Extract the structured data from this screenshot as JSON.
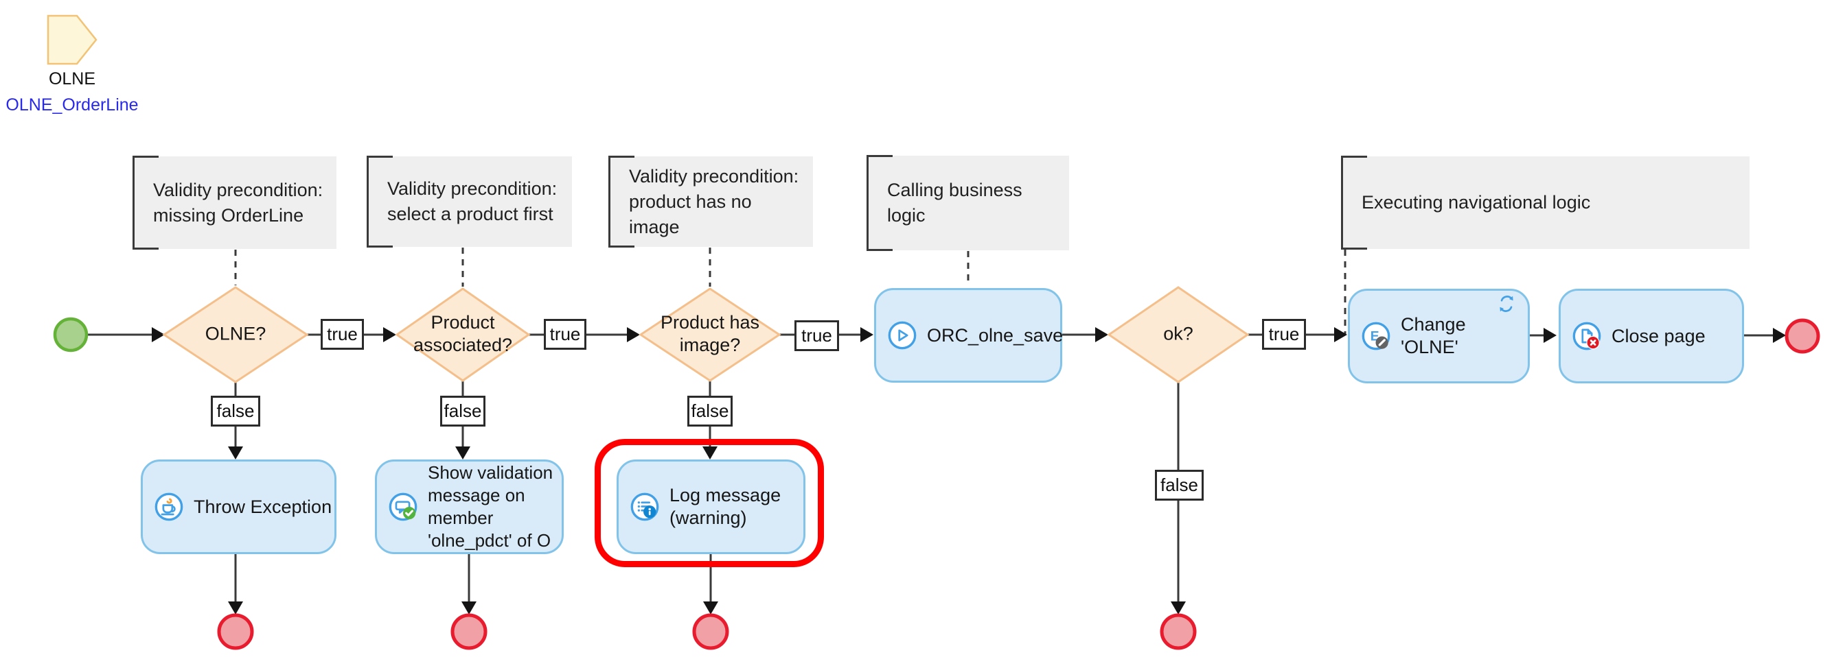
{
  "entity": {
    "name": "OLNE",
    "link": "OLNE_OrderLine"
  },
  "comments": [
    {
      "text": "Validity precondition:\nmissing OrderLine"
    },
    {
      "text": "Validity precondition:\nselect a product first"
    },
    {
      "text": "Validity precondition:\nproduct has no image"
    },
    {
      "text": "Calling business logic"
    },
    {
      "text": "Executing navigational logic"
    }
  ],
  "diamonds": [
    {
      "label": "OLNE?"
    },
    {
      "label": "Product\nassociated?"
    },
    {
      "label": "Product has\nimage?"
    },
    {
      "label": "ok?"
    }
  ],
  "branch": {
    "true": "true",
    "false": "false"
  },
  "nodes": [
    {
      "label": "Throw Exception",
      "icon": "throw-exception-icon"
    },
    {
      "label": "Show validation\nmessage on\nmember\n'olne_pdct' of O",
      "icon": "show-validation-message-icon"
    },
    {
      "label": "Log message\n(warning)",
      "icon": "log-message-icon",
      "highlighted": true
    },
    {
      "label": "ORC_olne_save",
      "icon": "call-microflow-icon"
    },
    {
      "label": "Change 'OLNE'",
      "icon": "change-object-icon"
    },
    {
      "label": "Close page",
      "icon": "close-page-icon"
    }
  ],
  "colors": {
    "node_fill": "#D9EBF8",
    "node_border": "#82C3E9",
    "diamond_fill": "#FCEAD4",
    "diamond_border": "#F4BF8A",
    "comment_fill": "#EFEFEF",
    "comment_bracket": "#3A3A3A",
    "start_fill": "#A9D18E",
    "start_border": "#64B237",
    "end_fill": "#F1A0A5",
    "end_border": "#E81C2E",
    "highlight": "#FF0000",
    "line": "#3A3A3A",
    "icon_blue": "#42A0E6",
    "badge_green": "#52B43C",
    "badge_gray": "#636363",
    "badge_red": "#E01A22",
    "badge_blue": "#1086D2",
    "entity_fill": "#FDF6D8",
    "entity_border": "#F2C376",
    "entity_link": "#2929E8"
  }
}
